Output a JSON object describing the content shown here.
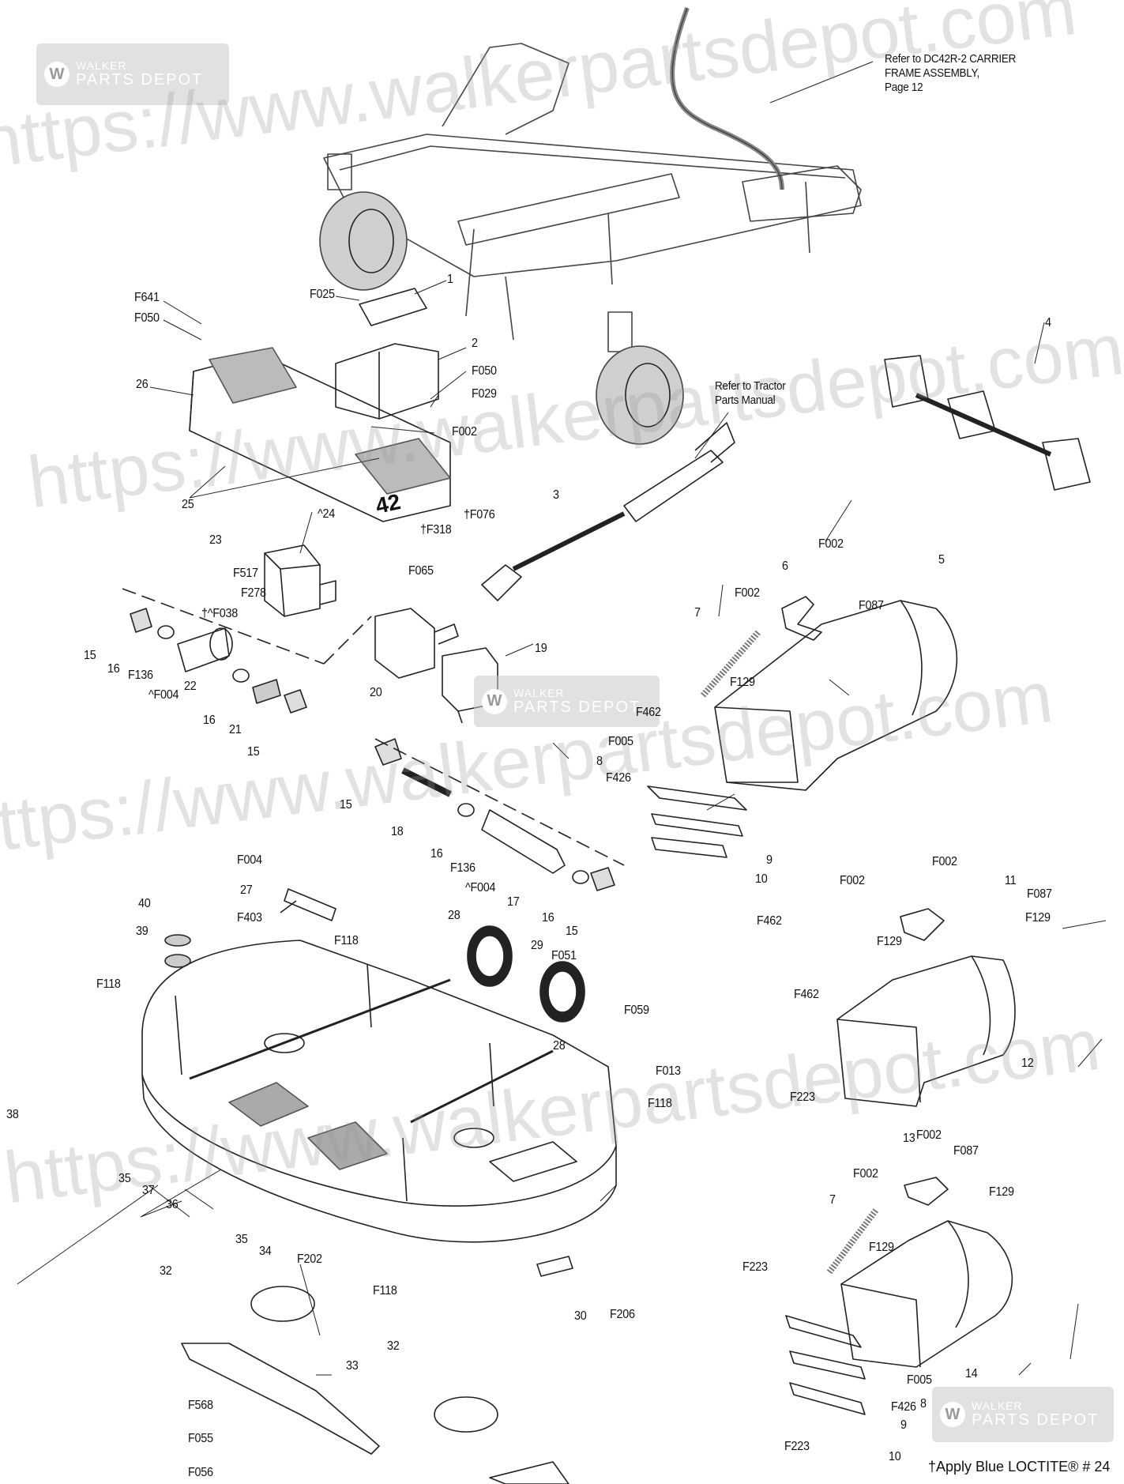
{
  "watermark_text": "https://www.walkerpartsdepot.com",
  "logo": {
    "line1": "WALKER",
    "line2": "PARTS DEPOT"
  },
  "references": {
    "carrier_frame": [
      "Refer to DC42R-2 CARRIER",
      "FRAME ASSEMBLY,",
      "Page 12"
    ],
    "tractor": [
      "Refer to Tractor",
      "Parts Manual"
    ]
  },
  "deck_number": "42",
  "footnote": "†Apply Blue LOCTITE® # 24",
  "labels": {
    "l1": "F641",
    "l2": "F050",
    "l3": "26",
    "l4": "F025",
    "l5": "1",
    "l6": "2",
    "l7": "F050",
    "l8": "F029",
    "l9": "F002",
    "l10": "25",
    "l11": "^24",
    "l12": "23",
    "l13": "F517",
    "l14": "F278",
    "l15": "†^F038",
    "l16": "15",
    "l17": "16",
    "l18": "F136",
    "l19": "^F004",
    "l20": "22",
    "l21": "16",
    "l22": "21",
    "l23": "15",
    "l24": "†F318",
    "l25": "†F076",
    "l26": "F065",
    "l27": "3",
    "l28": "20",
    "l29": "19",
    "l30": "4",
    "l31": "F002",
    "l32": "6",
    "l33": "5",
    "l34": "F002",
    "l35": "F087",
    "l36": "7",
    "l37": "F129",
    "l38": "F462",
    "l39": "F005",
    "l40": "8",
    "l41": "F426",
    "l42": "9",
    "l43": "10",
    "l44": "F462",
    "l45": "15",
    "l46": "18",
    "l47": "16",
    "l48": "F136",
    "l49": "^F004",
    "l50": "17",
    "l51": "16",
    "l52": "15",
    "l53": "F004",
    "l54": "27",
    "l55": "F403",
    "l56": "40",
    "l57": "39",
    "l58": "F118",
    "l59": "F118",
    "l60": "28",
    "l61": "29",
    "l62": "F051",
    "l63": "F059",
    "l64": "28",
    "l65": "F013",
    "l66": "F118",
    "l67": "38",
    "l68": "35",
    "l69": "37",
    "l70": "36",
    "l71": "35",
    "l72": "34",
    "l73": "F118",
    "l74": "32",
    "l75": "F202",
    "l76": "30",
    "l77": "F206",
    "l78": "32",
    "l79": "33",
    "l80": "F568",
    "l81": "F055",
    "l82": "F056",
    "l83": "F002",
    "l84": "F002",
    "l85": "11",
    "l86": "F087",
    "l87": "F129",
    "l88": "F129",
    "l89": "F462",
    "l90": "12",
    "l91": "F223",
    "l92": "13",
    "l93": "F002",
    "l94": "F087",
    "l95": "F002",
    "l96": "F129",
    "l97": "7",
    "l98": "F129",
    "l99": "F223",
    "l100": "F005",
    "l101": "14",
    "l102": "8",
    "l103": "F426",
    "l104": "9",
    "l105": "F223",
    "l106": "10"
  }
}
